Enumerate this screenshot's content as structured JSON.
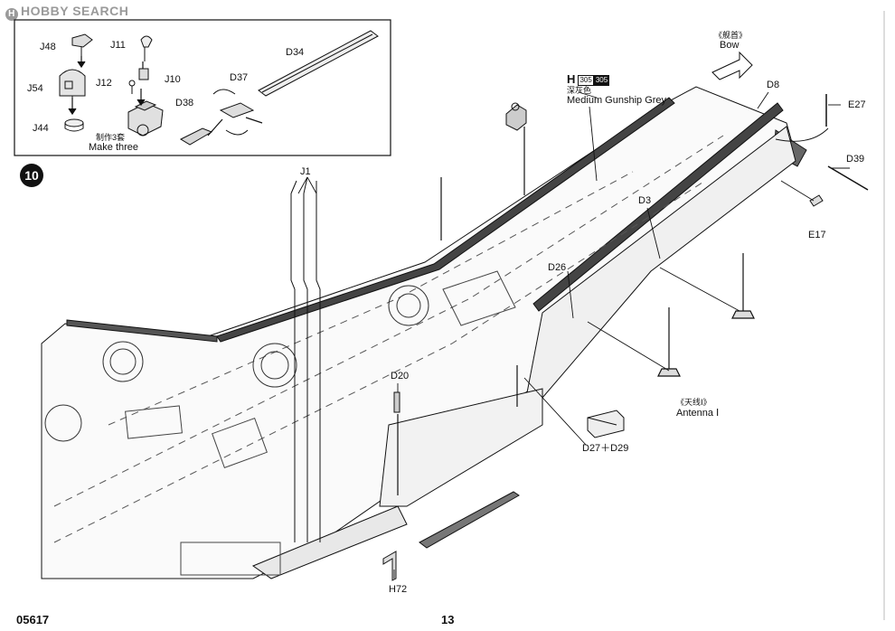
{
  "watermark": "HOBBY SEARCH",
  "watermark_mark": "H",
  "step_number": "10",
  "page_number": "13",
  "product_code": "05617",
  "inset": {
    "labels": {
      "j48": "J48",
      "j11": "J11",
      "j54": "J54",
      "j12": "J12",
      "j10": "J10",
      "j44": "J44",
      "d34": "D34",
      "d37": "D37",
      "d38": "D38"
    },
    "make_three_cn": "制作3套",
    "make_three_en": "Make three"
  },
  "bow_label_cn": "《舰首》",
  "bow_label_en": "Bow",
  "paint": {
    "letter": "H",
    "code_outline": "305",
    "code_filled": "305",
    "name_cn": "深灰色",
    "name_en": "Medium Gunship Grey"
  },
  "parts": {
    "d8": "D8",
    "e27": "E27",
    "d39": "D39",
    "d3": "D3",
    "e17": "E17",
    "d26": "D26",
    "j1": "J1",
    "d20": "D20",
    "h72": "H72",
    "d27_d29": "D27＋D29"
  },
  "antenna_cn": "《天线Ⅰ》",
  "antenna_en": "Antenna Ⅰ"
}
